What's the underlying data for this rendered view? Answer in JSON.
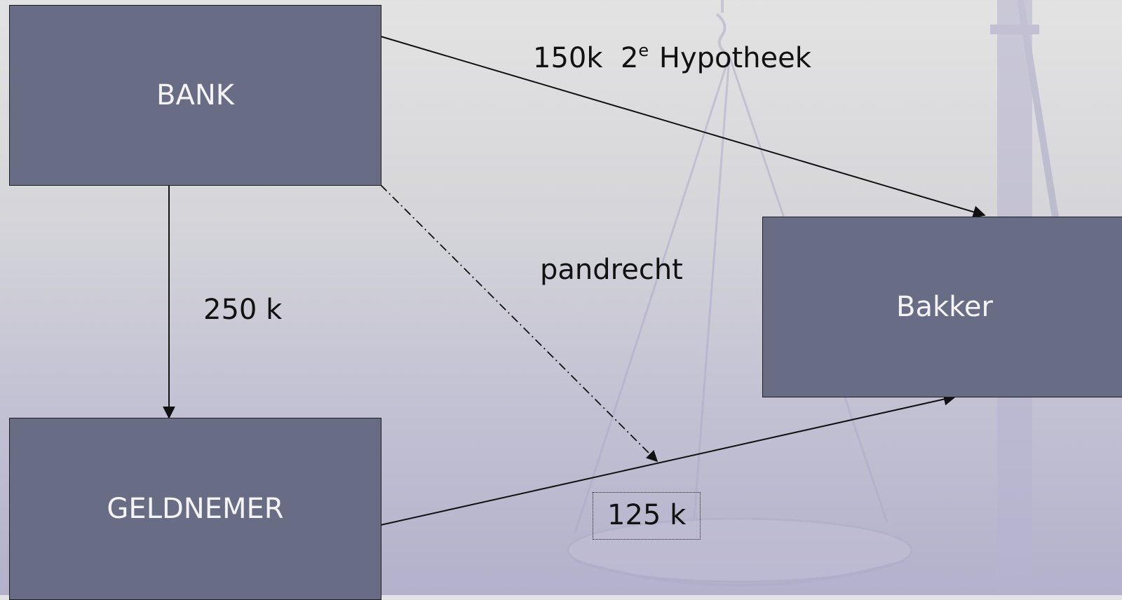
{
  "nodes": {
    "bank": "BANK",
    "bakker": "Bakker",
    "geldnemer": "GELDNEMER"
  },
  "edges": {
    "bank_to_bakker": {
      "amount": "150k",
      "ordinal_number": "2",
      "ordinal_suffix": "e",
      "type": "Hypotheek"
    },
    "bank_to_geldnemer": "250 k",
    "bank_to_middle": "pandrecht",
    "geldnemer_to_bakker": "125 k"
  },
  "colors": {
    "node_fill": "#686c85",
    "node_text": "#f4f4f4",
    "line": "#111111"
  }
}
